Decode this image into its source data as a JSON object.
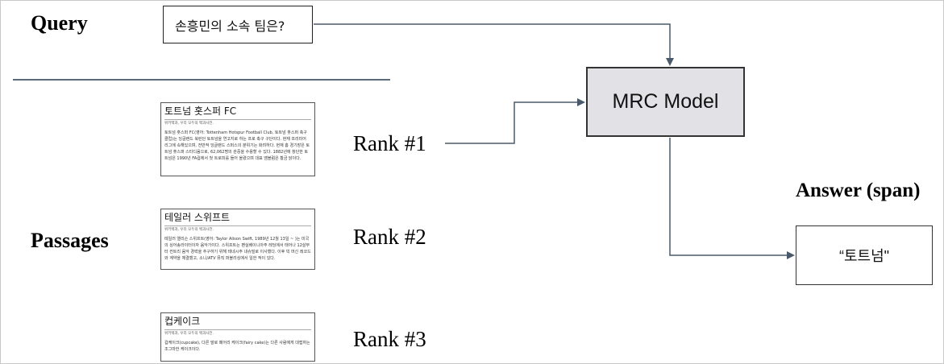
{
  "labels": {
    "query": "Query",
    "passages": "Passages",
    "answer": "Answer (span)"
  },
  "query_text": "손흥민의 소속 팀은?",
  "model_label": "MRC Model",
  "answer_text": "“토트넘\"",
  "ranks": [
    "Rank #1",
    "Rank #2",
    "Rank #3"
  ],
  "passages": [
    {
      "title": "토트넘 홋스퍼 FC",
      "subtitle": "위키백과, 우리 모두의 백과사전.",
      "body": "토트넘 홋스퍼 FC(영어: Tottenham Hotspur Football Club, 토트넘 홋스퍼 축구 클럽)는 잉글랜드 북런던 토트넘을 연고지로 하는 프로 축구 구단이다. 현재 프리미어 리그에 속해있으며, 전반적 잉글랜드 스퍼스의 분위기는 화려하다. 현재 홈 경기장은 토트넘 홋스퍼 스타디움으로, 62,062명의 관중을 수용할 수 있다. 1882년에 창단한 토트넘은 1990년 FA컵에서 첫 트로피를 들어 올렸으며 대표 앰블럼은 황금 닭이다."
    },
    {
      "title": "테일러 스위프트",
      "subtitle": "위키백과, 우리 모두의 백과사전.",
      "body": "테일러 앨리슨 스위프트(영어: Taylor Alison Swift, 1989년 12월 13일 ~ )는 미국의 싱어송라이터이자 음악가이다. 스위프트는 펜실베이니아주 레딩에서 태어나 12살부터 컨트리 음악 경력을 추구하기 위해 테네시주 내슈빌로 이사했다. 이후 빅 머신 레코드와 계약을 체결했고, 소니/ATV 뮤직 퍼블리싱에서 일한 적이 있다."
    },
    {
      "title": "컵케이크",
      "subtitle": "위키백과, 우리 모두의 백과사전.",
      "body": "컵케이크(cupcake), 다른 말로 페어리 케이크(fairy cake)는 다른 사람에게 대접하는 조그마한 케이크이다."
    }
  ]
}
